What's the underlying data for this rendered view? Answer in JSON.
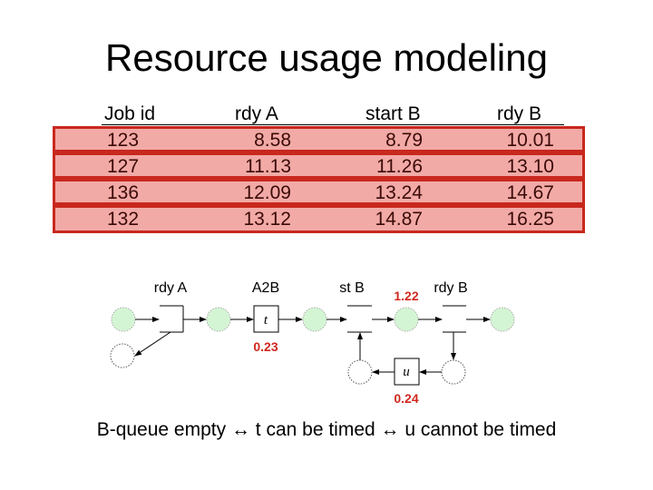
{
  "title": "Resource usage modeling",
  "table": {
    "headers": [
      "Job id",
      "rdy A",
      "start B",
      "rdy B"
    ],
    "rows": [
      [
        "123",
        "8.58",
        "8.79",
        "10.01"
      ],
      [
        "127",
        "11.13",
        "11.26",
        "13.10"
      ],
      [
        "136",
        "12.09",
        "13.24",
        "14.67"
      ],
      [
        "132",
        "13.12",
        "14.87",
        "16.25"
      ]
    ],
    "row_fill": "#f2aaa6",
    "row_border": "#c8281e"
  },
  "diagram": {
    "transitions": {
      "rdy_a": "rdy A",
      "a2b": "A2B",
      "st_b": "st B",
      "rdy_b": "rdy B"
    },
    "timed_labels": {
      "t": "t",
      "u": "u"
    },
    "delays": {
      "t": "0.23",
      "place": "1.22",
      "u": "0.24"
    },
    "place_fill": "#d4f5d4",
    "delay_color": "#d0281e"
  },
  "caption": "B-queue empty ↔ t can be timed ↔ u cannot be timed"
}
